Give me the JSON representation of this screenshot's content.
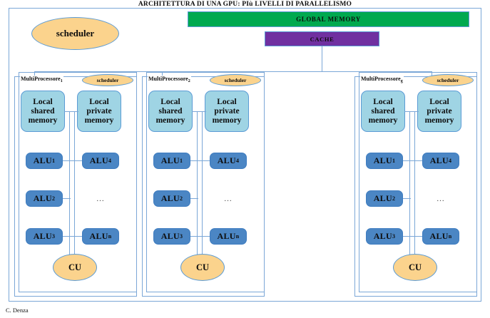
{
  "title": "ARCHITETTURA DI UNA GPU: PIù LIVELLI DI PARALLELISMO",
  "footer": "C. Denza",
  "colors": {
    "global_memory_fill": "#00a94f",
    "cache_fill": "#7030a0",
    "ellipse_fill": "#fbd38d",
    "memory_fill": "#9fd4e4",
    "alu_fill": "#4b86c4",
    "border_blue": "#5b9bd5",
    "line_blue": "#7ba7d7"
  },
  "top": {
    "scheduler_label": "scheduler",
    "global_memory_label": "GLOBAL MEMORY",
    "cache_label": "CACHE"
  },
  "multiprocessors": [
    {
      "label": "MultiProcessore",
      "index": "1",
      "scheduler_label": "scheduler",
      "shared_memory_label": "Local shared memory",
      "private_memory_label": "Local private memory",
      "alus_left": [
        "ALU",
        "ALU",
        "ALU"
      ],
      "alus_left_sub": [
        "1",
        "2",
        "3"
      ],
      "alus_right": [
        "ALU",
        "ALU"
      ],
      "alus_right_sub": [
        "4",
        "n"
      ],
      "dots": "...",
      "cu_label": "CU"
    },
    {
      "label": "MultiProcessore",
      "index": "2",
      "scheduler_label": "scheduler",
      "shared_memory_label": "Local shared memory",
      "private_memory_label": "Local private memory",
      "alus_left": [
        "ALU",
        "ALU",
        "ALU"
      ],
      "alus_left_sub": [
        "1",
        "2",
        "3"
      ],
      "alus_right": [
        "ALU",
        "ALU"
      ],
      "alus_right_sub": [
        "4",
        "n"
      ],
      "dots": "...",
      "cu_label": "CU"
    },
    {
      "label": "MultiProcessore",
      "index": "g",
      "scheduler_label": "scheduler",
      "shared_memory_label": "Local shared memory",
      "private_memory_label": "Local private memory",
      "alus_left": [
        "ALU",
        "ALU",
        "ALU"
      ],
      "alus_left_sub": [
        "1",
        "2",
        "3"
      ],
      "alus_right": [
        "ALU",
        "ALU"
      ],
      "alus_right_sub": [
        "4",
        "n"
      ],
      "dots": "...",
      "cu_label": "CU"
    }
  ]
}
